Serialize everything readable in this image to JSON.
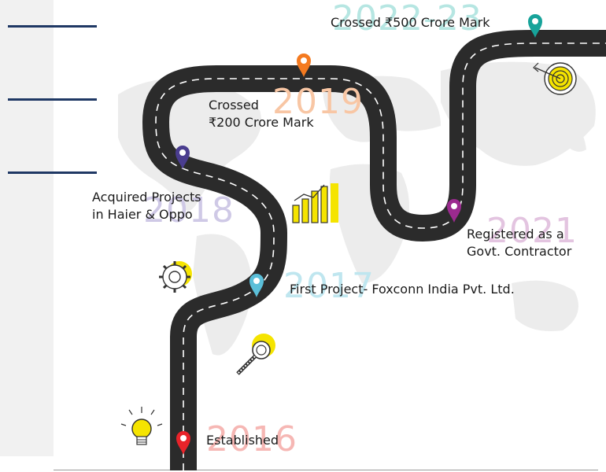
{
  "colors": {
    "road": "#2b2b2b",
    "road_dash": "#ffffff",
    "accent_yellow": "#f5e400",
    "sidebar_bar": "#1f3864",
    "map": "#ececec"
  },
  "milestones": [
    {
      "year": "2016",
      "label": [
        "Established"
      ],
      "pin_color": "#e8232a",
      "year_color": "#f6b7b4"
    },
    {
      "year": "2017",
      "label": [
        "First Project- Foxconn India Pvt. Ltd."
      ],
      "pin_color": "#5bbfd9",
      "year_color": "#bfe6ef"
    },
    {
      "year": "2018",
      "label": [
        "Acquired Projects",
        "in Haier & Oppo"
      ],
      "pin_color": "#4a3d8f",
      "year_color": "#cfc9e6"
    },
    {
      "year": "2019",
      "label": [
        "Crossed",
        "₹200 Crore Mark"
      ],
      "pin_color": "#f47a20",
      "year_color": "#f8c6a4"
    },
    {
      "year": "2021",
      "label": [
        "Registered as a",
        "Govt. Contractor"
      ],
      "pin_color": "#9b2a8f",
      "year_color": "#e3c4e0"
    },
    {
      "year": "2022-23",
      "label": [
        "Crossed ₹500 Crore Mark"
      ],
      "pin_color": "#17a39a",
      "year_color": "#b6e6e2"
    }
  ],
  "icons": [
    "lightbulb-icon",
    "magnifier-icon",
    "gear-icon",
    "growth-chart-icon",
    "target-icon"
  ]
}
